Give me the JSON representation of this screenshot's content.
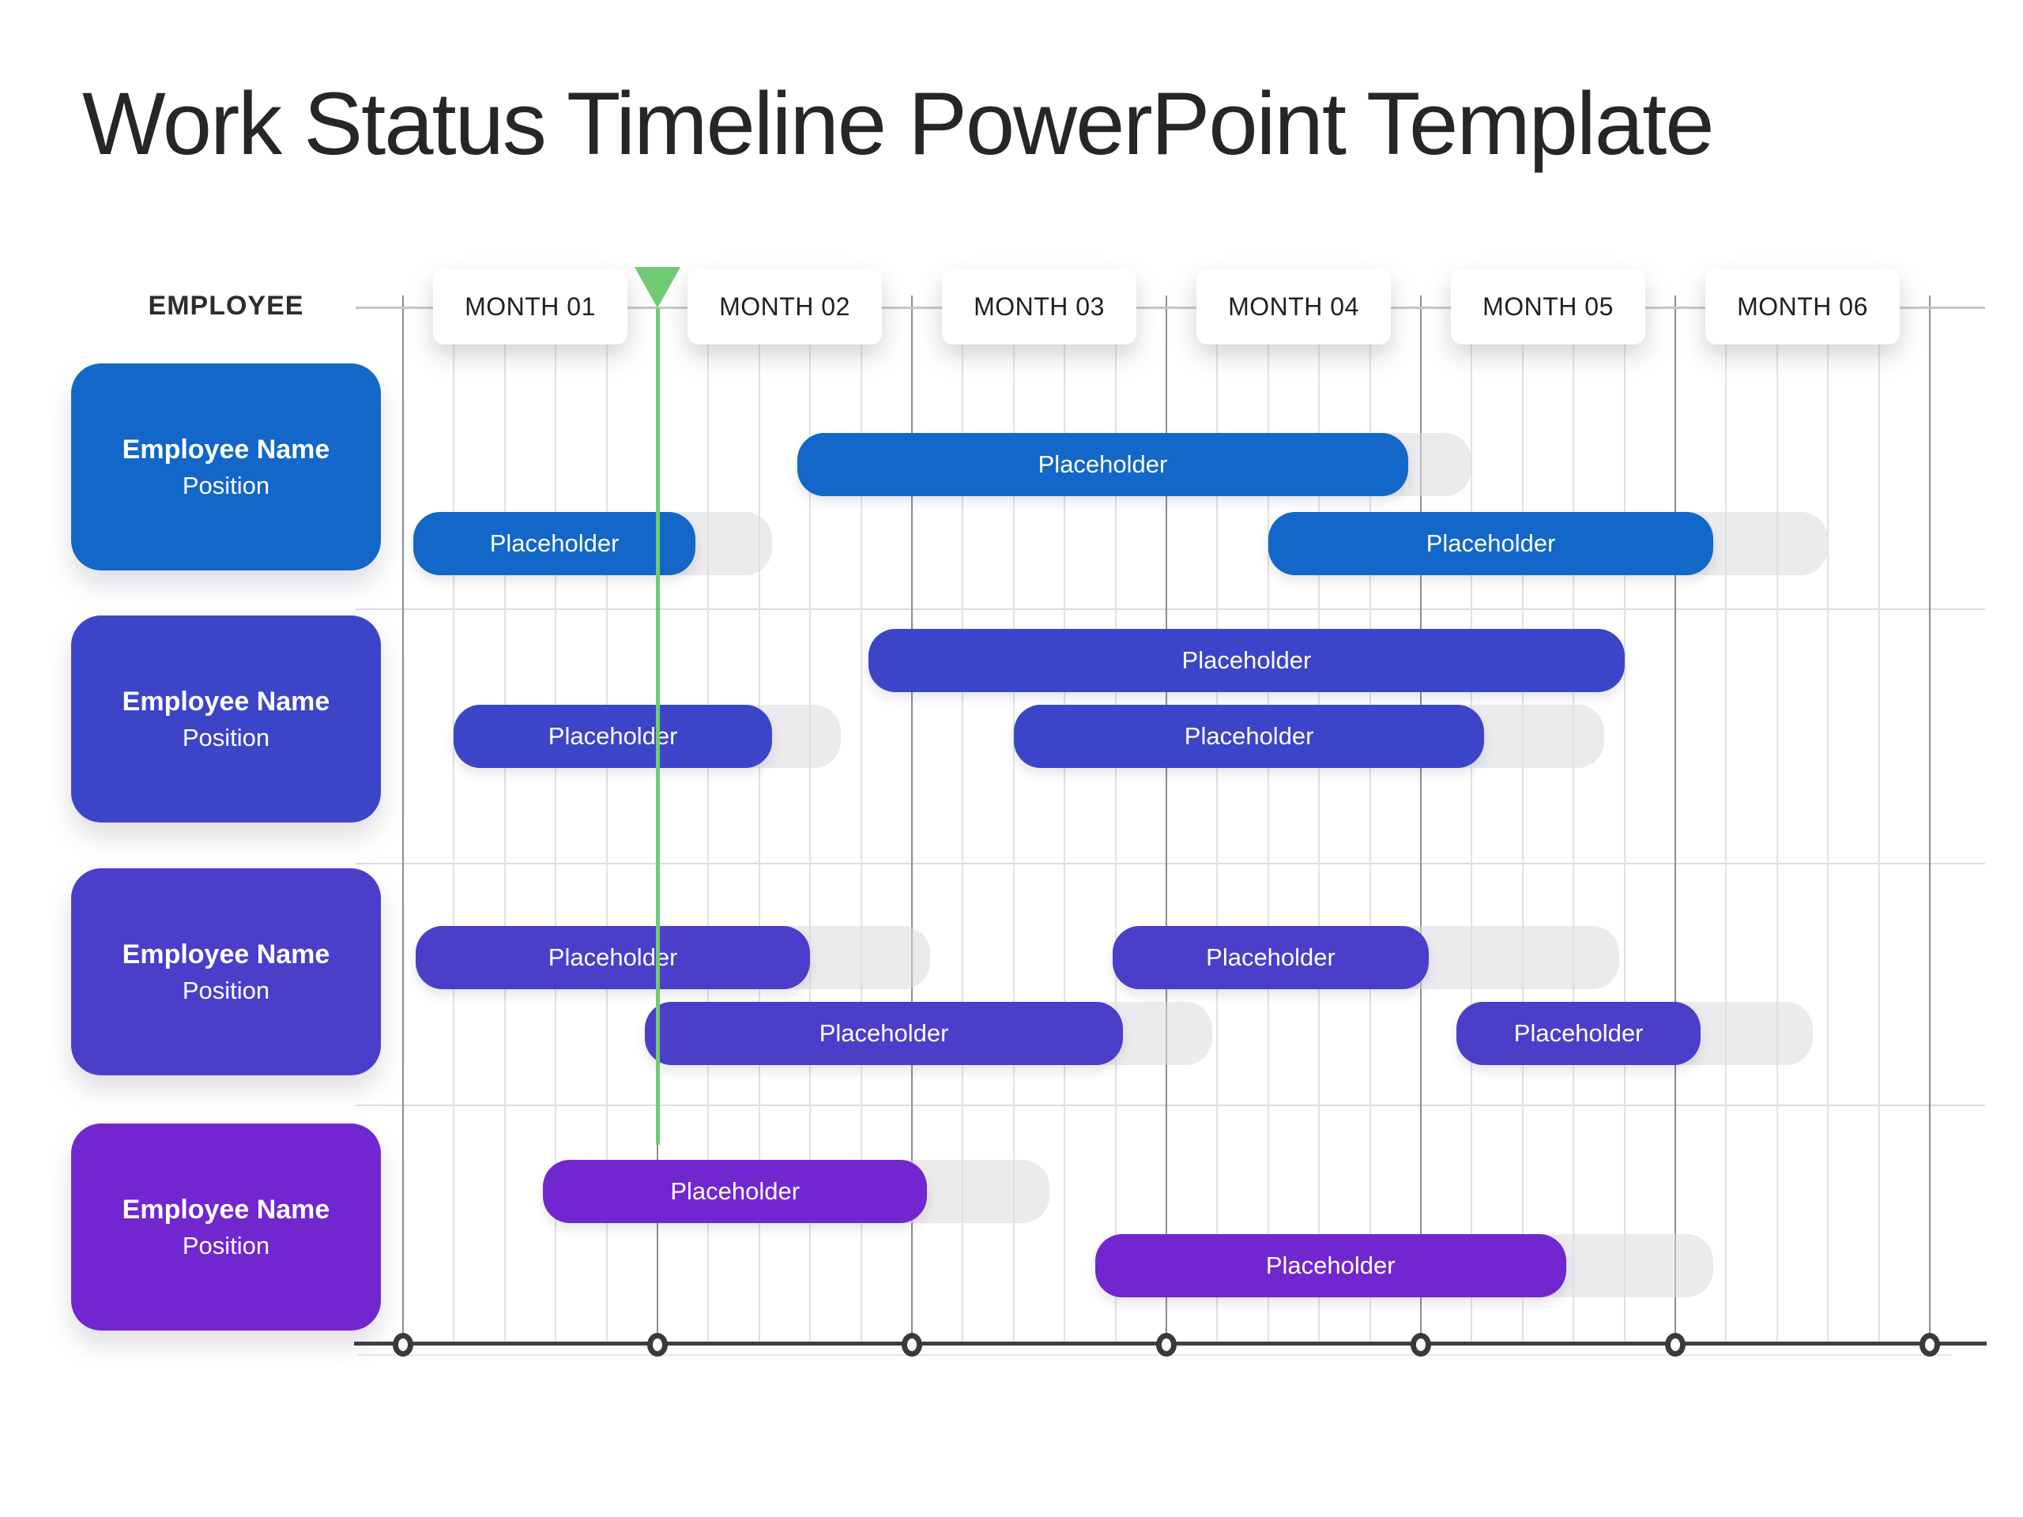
{
  "chart_data": {
    "type": "bar",
    "subtype": "gantt-timeline",
    "title": "Work Status Timeline PowerPoint Template",
    "row_header": "EMPLOYEE",
    "months": [
      "MONTH 01",
      "MONTH 02",
      "MONTH 03",
      "MONTH 04",
      "MONTH 05",
      "MONTH 06"
    ],
    "x_axis": {
      "min_months": 0,
      "max_months": 6,
      "unit": "month",
      "minor_divisions_per_month": 5,
      "grid": true
    },
    "current_marker": {
      "position_months": 1.0,
      "color": "#70CB75"
    },
    "track_color": "#ECECEE",
    "axis_color": "#3f3f41",
    "rows": [
      {
        "employee": "Employee Name",
        "position": "Position",
        "color": "#1267C8",
        "bars": [
          {
            "label": "Placeholder",
            "line": 1,
            "start": 1.55,
            "end": 3.95,
            "track_end": 4.2
          },
          {
            "label": "Placeholder",
            "line": 2,
            "start": 0.04,
            "end": 1.15,
            "track_end": 1.45
          },
          {
            "label": "Placeholder",
            "line": 2,
            "start": 3.4,
            "end": 5.15,
            "track_end": 5.6
          }
        ]
      },
      {
        "employee": "Employee Name",
        "position": "Position",
        "color": "#3C45C7",
        "bars": [
          {
            "label": "Placeholder",
            "line": 1,
            "start": 1.83,
            "end": 4.8,
            "track_end": 4.8
          },
          {
            "label": "Placeholder",
            "line": 2,
            "start": 0.2,
            "end": 1.45,
            "track_end": 1.72
          },
          {
            "label": "Placeholder",
            "line": 2,
            "start": 2.4,
            "end": 4.25,
            "track_end": 4.72
          }
        ]
      },
      {
        "employee": "Employee Name",
        "position": "Position",
        "color": "#4B3EC9",
        "bars": [
          {
            "label": "Placeholder",
            "line": 1,
            "start": 0.05,
            "end": 1.6,
            "track_end": 2.07
          },
          {
            "label": "Placeholder",
            "line": 1,
            "start": 2.79,
            "end": 4.03,
            "track_end": 4.78
          },
          {
            "label": "Placeholder",
            "line": 2,
            "start": 0.95,
            "end": 2.83,
            "track_end": 3.18
          },
          {
            "label": "Placeholder",
            "line": 2,
            "start": 4.14,
            "end": 5.1,
            "track_end": 5.54
          }
        ]
      },
      {
        "employee": "Employee Name",
        "position": "Position",
        "color": "#7226CF",
        "bars": [
          {
            "label": "Placeholder",
            "line": 1,
            "start": 0.55,
            "end": 2.06,
            "track_end": 2.54
          },
          {
            "label": "Placeholder",
            "line": 2,
            "start": 2.72,
            "end": 4.57,
            "track_end": 5.15
          }
        ]
      }
    ]
  }
}
